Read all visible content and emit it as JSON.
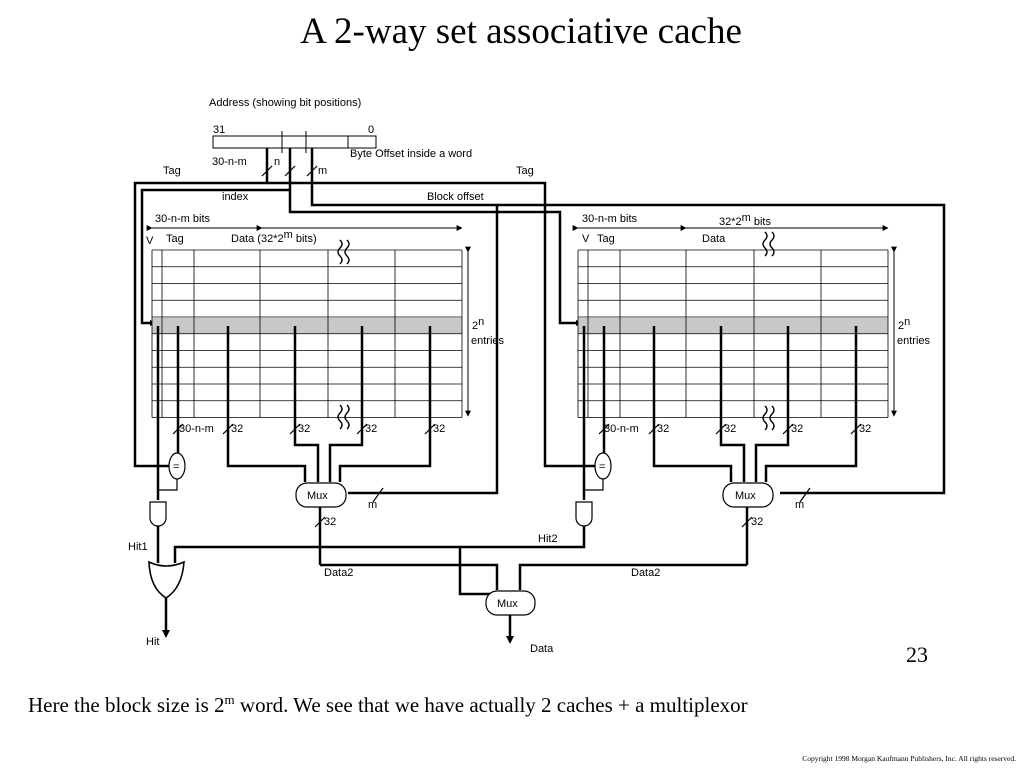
{
  "slide": {
    "title": "A 2-way set associative cache",
    "page_number": "23",
    "caption_pre": "Here the block size is 2",
    "caption_sup": "m",
    "caption_post": " word. We see that we have actually 2 caches + a multiplexor",
    "copyright": "Copyright 1998 Morgan Kaufmann Publishers, Inc. All rights reserved."
  },
  "address": {
    "label": "Address (showing bit positions)",
    "bit_high": "31",
    "bit_low": "0",
    "byte_offset_label": "Byte Offset inside a word",
    "field_tag_width": "30-n-m",
    "field_n": "n",
    "field_m": "m",
    "tag_left": "Tag",
    "tag_right": "Tag",
    "index_label": "index",
    "block_offset_label": "Block offset"
  },
  "cache_left": {
    "width_label": "30-n-m bits",
    "v_label": "V",
    "tag_label": "Tag",
    "data_label": "Data  (32*2",
    "data_label_sup": "m",
    "data_label_post": " bits)",
    "entries_base": "2",
    "entries_sup": "n",
    "entries_label": "entries",
    "tag_width": "30-n-m",
    "word_widths": [
      "32",
      "32",
      "32",
      "32"
    ],
    "comparator": "=",
    "mux": "Mux",
    "mux_select": "m",
    "out_width": "32",
    "hit_label": "Hit1",
    "data_out": "Data2"
  },
  "cache_right": {
    "width_label": "30-n-m bits",
    "line_width_label": "32*2",
    "line_width_sup": "m",
    "line_width_post": " bits",
    "v_label": "V",
    "tag_label": "Tag",
    "data_label": "Data",
    "entries_base": "2",
    "entries_sup": "n",
    "entries_label": "entries",
    "tag_width": "30-n-m",
    "word_widths": [
      "32",
      "32",
      "32",
      "32"
    ],
    "comparator": "=",
    "mux": "Mux",
    "mux_select": "m",
    "out_width": "32",
    "hit_label": "Hit2",
    "data_out": "Data2"
  },
  "output": {
    "mux": "Mux",
    "hit": "Hit",
    "data": "Data"
  }
}
